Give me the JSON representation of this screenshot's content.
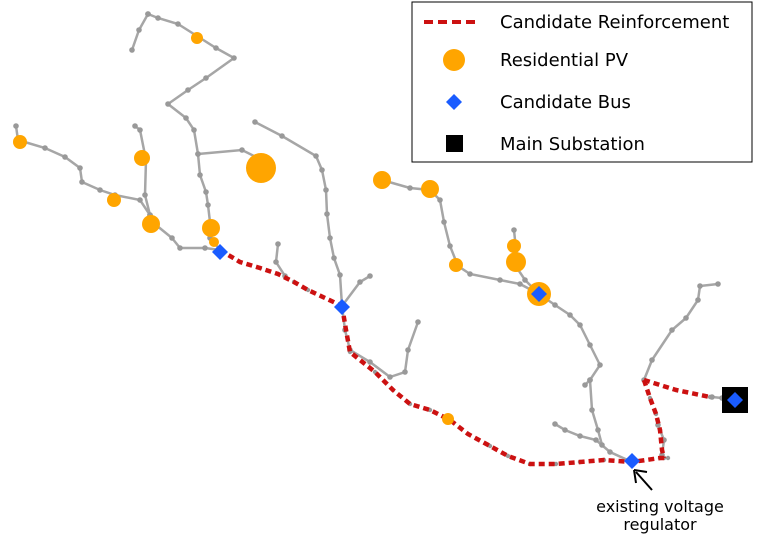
{
  "legend": {
    "items": [
      {
        "label": "Candidate Reinforcement",
        "marker": "red-dashed-line",
        "color": "#cc1111"
      },
      {
        "label": "Residential PV",
        "marker": "orange-circle",
        "color": "#ffa500"
      },
      {
        "label": "Candidate Bus",
        "marker": "blue-diamond",
        "color": "#1a5cff"
      },
      {
        "label": "Main Substation",
        "marker": "black-square",
        "color": "#000000"
      }
    ]
  },
  "annotation": {
    "line1": "existing voltage",
    "line2": "regulator"
  },
  "colors": {
    "feeder_line": "#a6a6a6",
    "feeder_node": "#999999",
    "reinforcement": "#cc1111",
    "pv": "#ffa500",
    "candidate_bus": "#1a5cff",
    "substation": "#000000"
  }
}
